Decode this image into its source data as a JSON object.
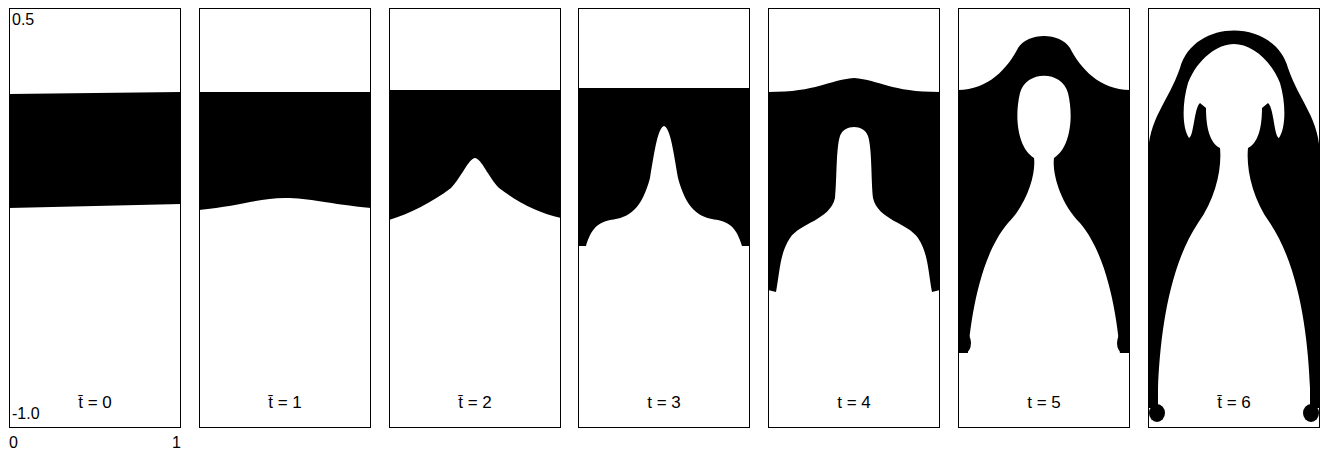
{
  "diagram": {
    "nodes": [
      {
        "text": [
          "t̄ = 0"
        ]
      },
      {
        "text": [
          "t̄ = 1"
        ]
      },
      {
        "text": [
          "t̄ = 2"
        ]
      },
      {
        "text": [
          "t = 3"
        ]
      },
      {
        "text": [
          "t = 4"
        ]
      },
      {
        "text": [
          "t = 5"
        ]
      },
      {
        "text": [
          "t̄ = 6"
        ]
      }
    ],
    "labels": [
      "0.5",
      "-1.0",
      "0",
      "1"
    ]
  }
}
